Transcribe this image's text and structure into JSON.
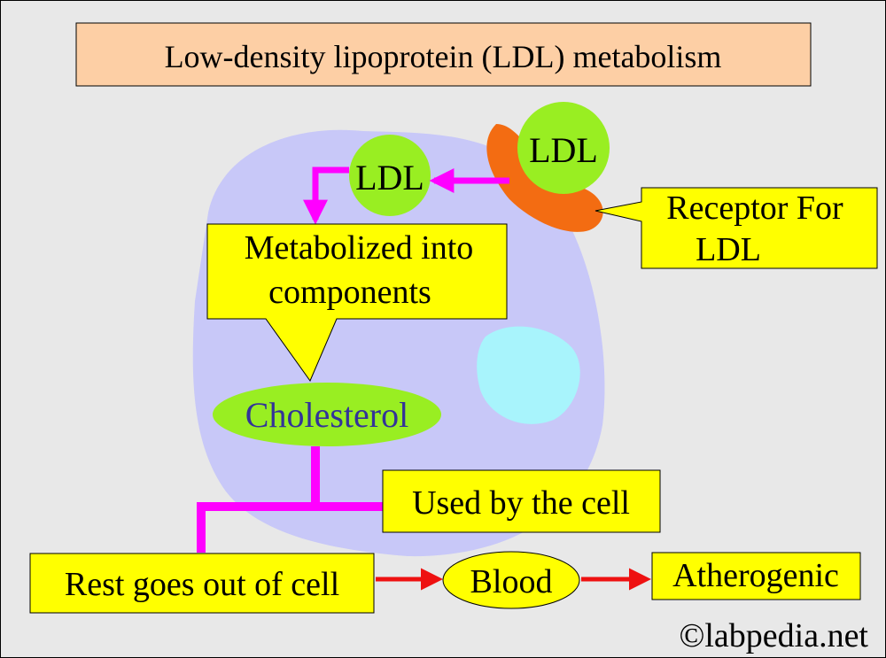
{
  "title": "Low-density lipoprotein (LDL) metabolism",
  "nodes": {
    "ldl_outside": "LDL",
    "ldl_inside": "LDL",
    "receptor_line1": "Receptor For",
    "receptor_line2": "LDL",
    "metabolized_line1": "Metabolized into",
    "metabolized_line2": "components",
    "cholesterol": "Cholesterol",
    "used_by_cell": "Used by the cell",
    "rest_out": "Rest goes out of cell",
    "blood": "Blood",
    "atherogenic": "Atherogenic"
  },
  "copyright": "©labpedia.net",
  "colors": {
    "background": "#e8e8e8",
    "title_fill": "#fdcfa5",
    "cell_fill": "#c8c8f8",
    "nucleus_fill": "#a8f4fc",
    "ldl_fill": "#99ee22",
    "receptor_fill": "#f36c12",
    "callout_fill": "#ffff00",
    "flow_arrow": "#ff00ff",
    "output_arrow": "#ee1111"
  }
}
